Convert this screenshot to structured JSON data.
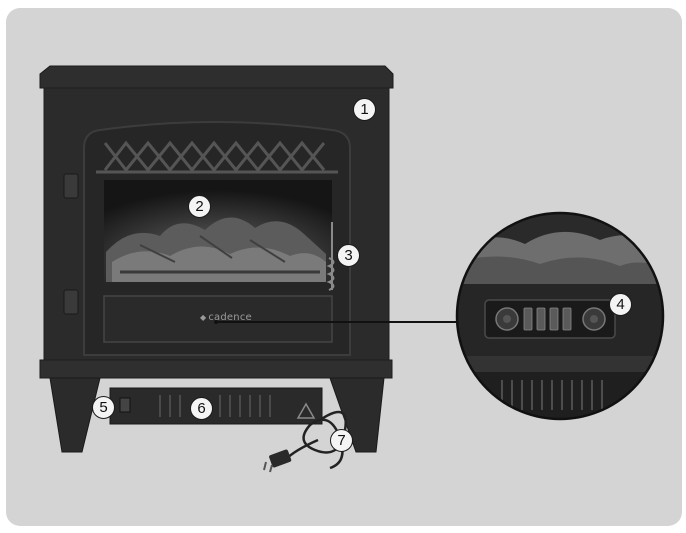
{
  "brand_logo": "cadence",
  "callouts": [
    "1",
    "2",
    "3",
    "4",
    "5",
    "6",
    "7"
  ],
  "colors": {
    "background": "#d4d4d4",
    "stove_body": "#2b2b2b",
    "callout_fill": "#f4f4f4"
  },
  "icons": [
    "warning-triangle-icon",
    "power-plug-icon",
    "power-switch-icon"
  ]
}
